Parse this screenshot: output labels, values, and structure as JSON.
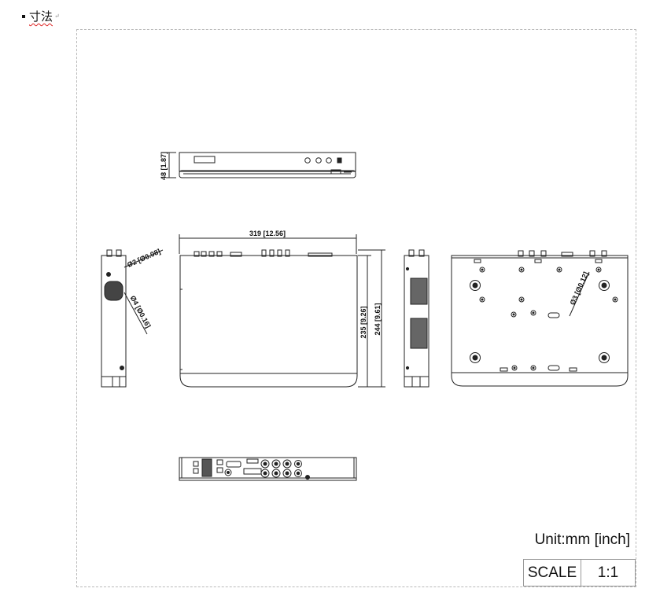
{
  "heading": {
    "text": "寸法",
    "mark": "↵"
  },
  "dimensions": {
    "height": "48 [1.87]",
    "width": "319 [12.56]",
    "depth_body": "235 [9.26]",
    "depth_total": "244 [9.61]",
    "hole_small": "Ø2 [Ø0.08]",
    "hole_medium": "Ø4 [Ø0.16]",
    "hole_large": "Ø3 [Ø0.12]"
  },
  "unit_label": "Unit:mm [inch]",
  "scale": {
    "label": "SCALE",
    "value": "1:1"
  },
  "colors": {
    "line": "#222222",
    "frame": "#b9b9b9"
  }
}
